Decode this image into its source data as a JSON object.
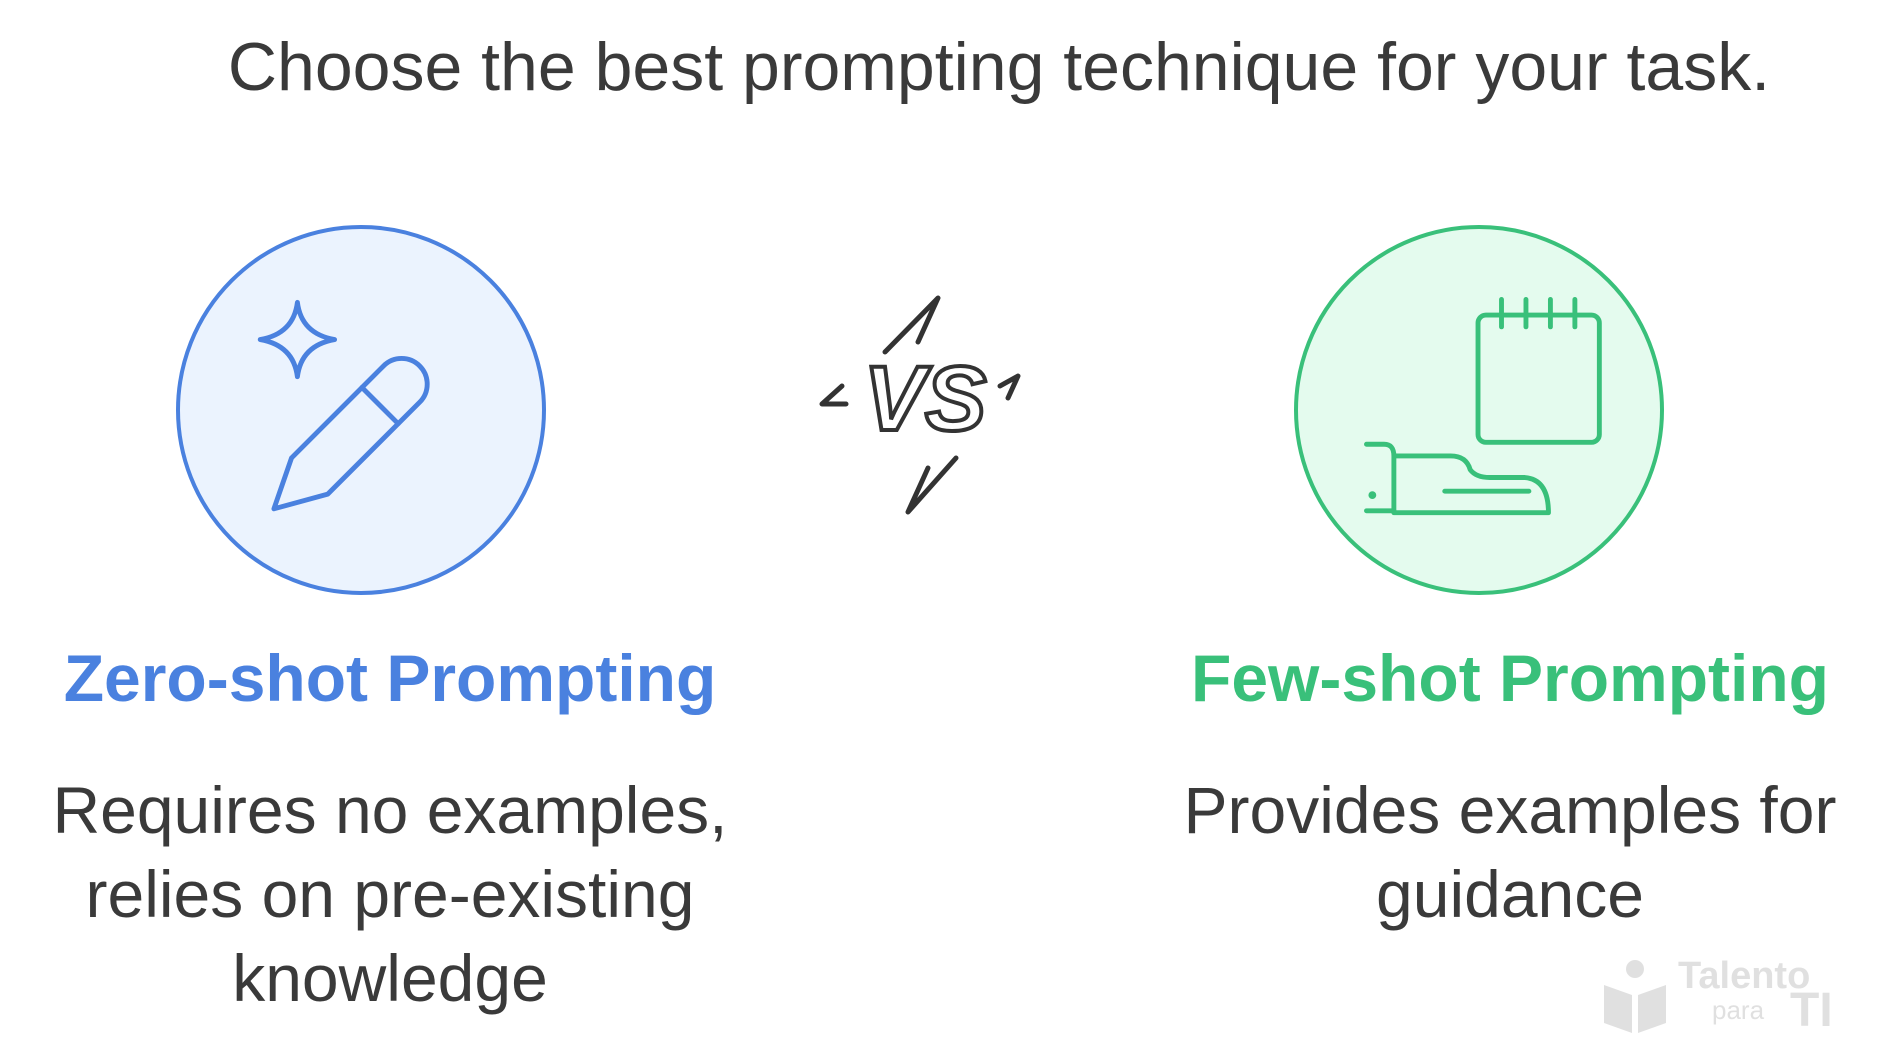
{
  "title": "Choose the best prompting technique for your task.",
  "vs_label": "VS",
  "left": {
    "heading": "Zero-shot Prompting",
    "description_lines": [
      "Requires no examples,",
      "relies on pre-existing",
      "knowledge"
    ],
    "icon": "pencil-sparkle-icon",
    "color": "#4a81df",
    "fill": "#ebf3fe"
  },
  "right": {
    "heading": "Few-shot Prompting",
    "description_lines": [
      "Provides examples for",
      "guidance"
    ],
    "icon": "notepad-hand-icon",
    "color": "#39c07a",
    "fill": "#e4fbee"
  },
  "watermark": {
    "line1": "Talento",
    "line2": "para",
    "line3": "TI"
  }
}
